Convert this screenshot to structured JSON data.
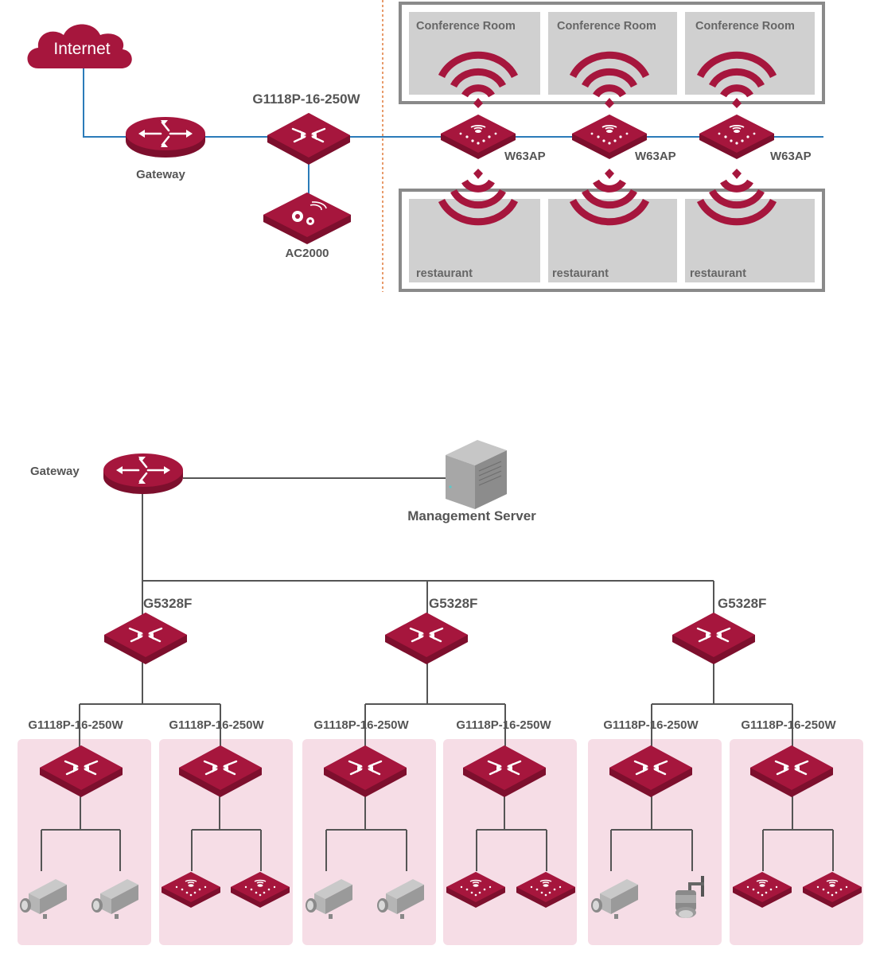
{
  "colors": {
    "device": "#a6163d",
    "device_side": "#7d0f2d",
    "link_top": "#2b7bb9",
    "link_bottom": "#555555",
    "room_fill": "#d0d0d0",
    "room_border": "#8a8a8a",
    "zone_fill": "#f6dde6",
    "separator": "#e07a3a"
  },
  "top": {
    "internet_label": "Internet",
    "gateway_label": "Gateway",
    "switch_label": "G1118P-16-250W",
    "controller_label": "AC2000",
    "conference_rooms": [
      "Conference Room",
      "Conference Room",
      "Conference Room"
    ],
    "access_points": [
      "W63AP",
      "W63AP",
      "W63AP"
    ],
    "restaurants": [
      "restaurant",
      "restaurant",
      "restaurant"
    ]
  },
  "bottom": {
    "gateway_label": "Gateway",
    "server_label": "Management Server",
    "core_switches": [
      "G5328F",
      "G5328F",
      "G5328F"
    ],
    "access_switches": [
      {
        "label": "G1118P-16-250W",
        "endpoints": [
          "camera-icon",
          "camera-icon"
        ]
      },
      {
        "label": "G1118P-16-250W",
        "endpoints": [
          "access-point-icon",
          "access-point-icon"
        ]
      },
      {
        "label": "G1118P-16-250W",
        "endpoints": [
          "camera-icon",
          "camera-icon"
        ]
      },
      {
        "label": "G1118P-16-250W",
        "endpoints": [
          "access-point-icon",
          "access-point-icon"
        ]
      },
      {
        "label": "G1118P-16-250W",
        "endpoints": [
          "camera-icon",
          "dome-camera-icon"
        ]
      },
      {
        "label": "G1118P-16-250W",
        "endpoints": [
          "access-point-icon",
          "access-point-icon"
        ]
      }
    ]
  }
}
